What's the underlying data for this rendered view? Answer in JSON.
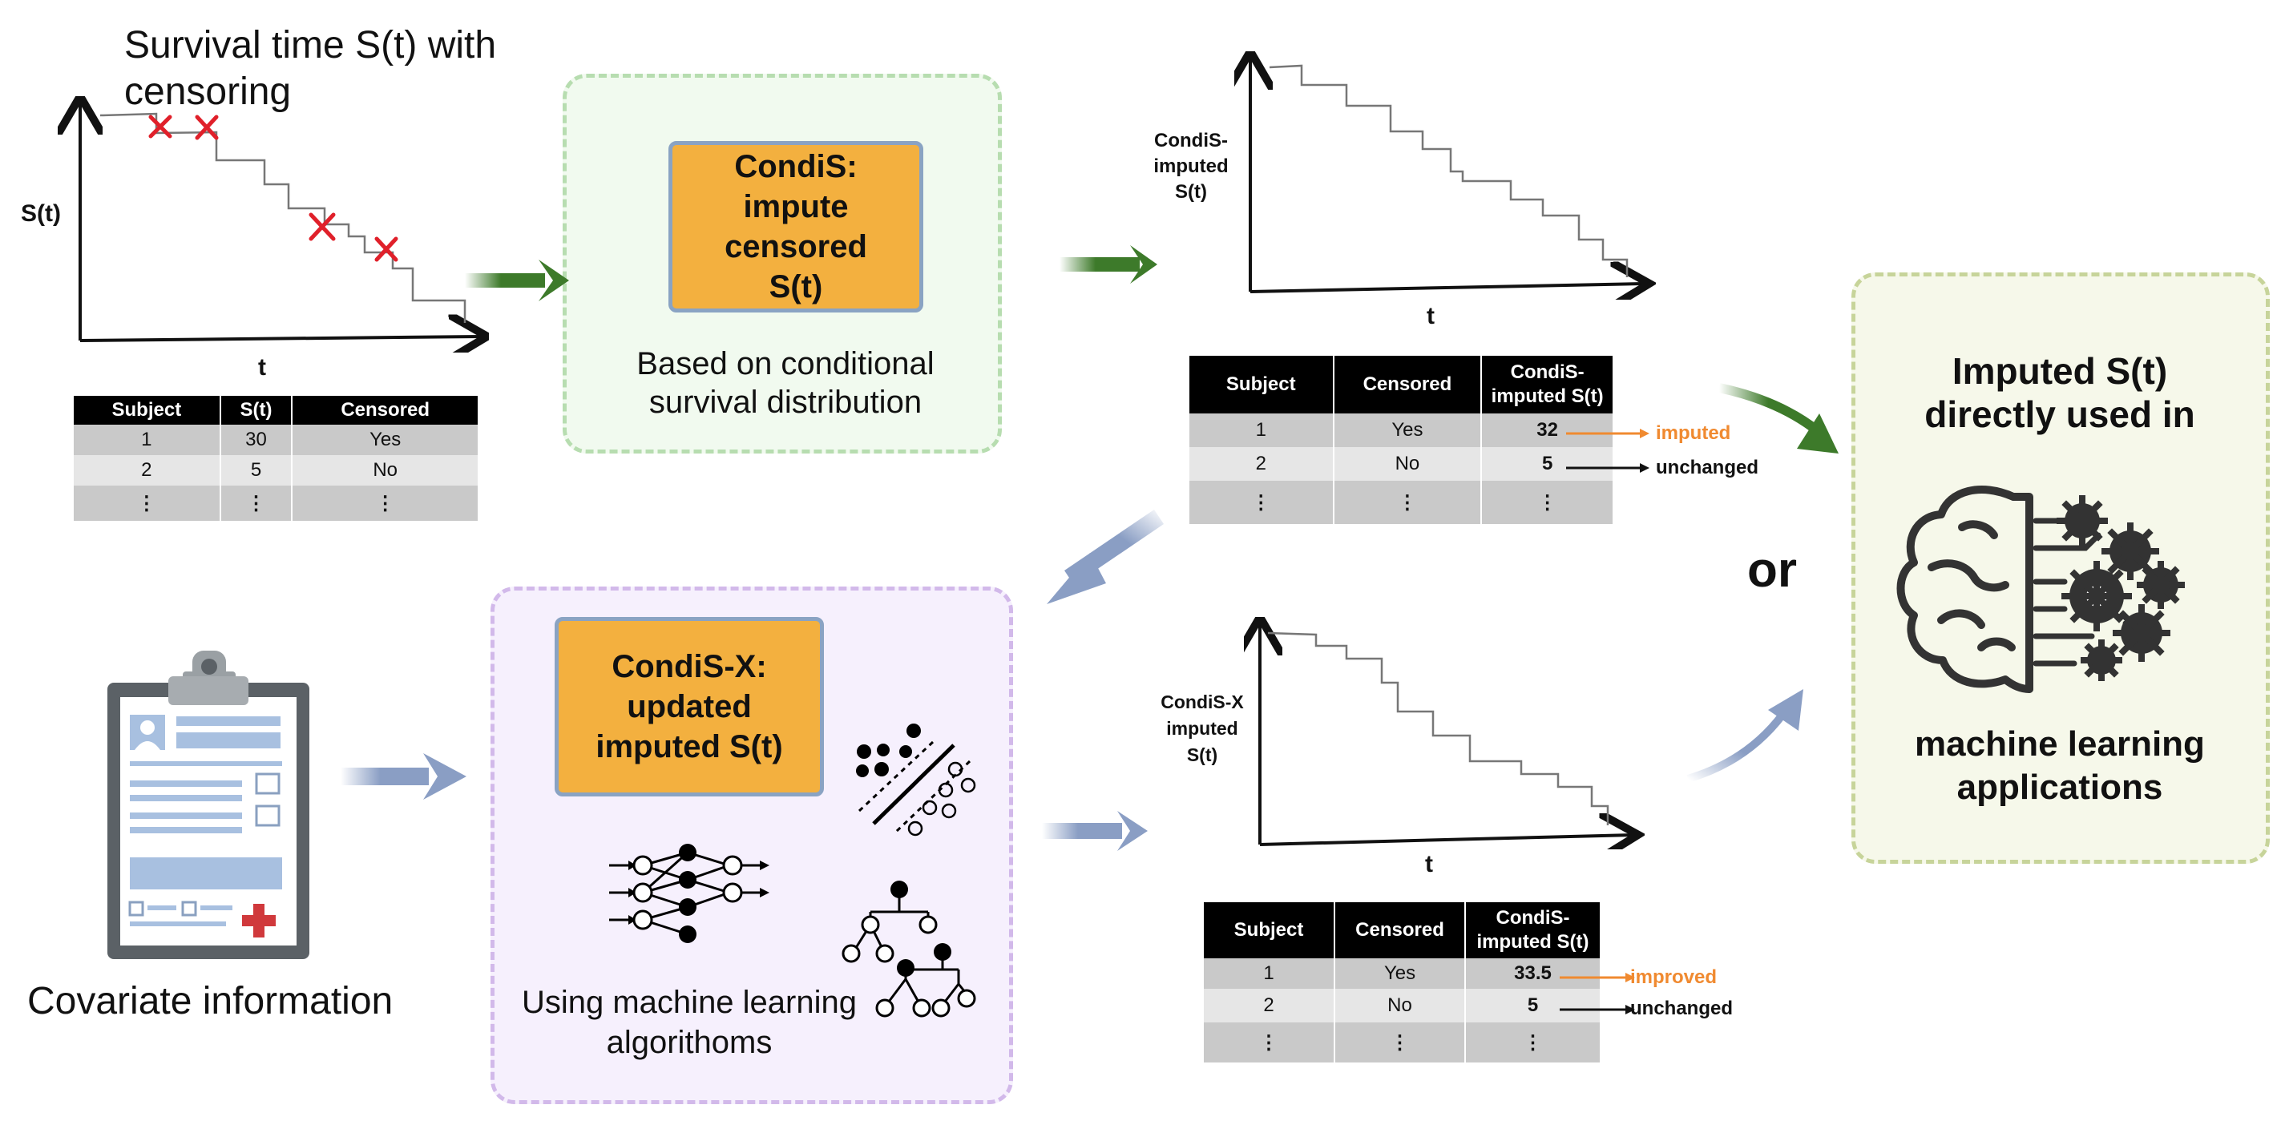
{
  "top_left": {
    "title": "Survival time S(t) with censoring",
    "y_label": "S(t)",
    "x_label": "t",
    "table": {
      "headers": [
        "Subject",
        "S(t)",
        "Censored"
      ],
      "rows": [
        [
          "1",
          "30",
          "Yes"
        ],
        [
          "2",
          "5",
          "No"
        ],
        [
          "⋮",
          "⋮",
          "⋮"
        ]
      ]
    }
  },
  "condis": {
    "method": "CondiS: impute censored S(t)",
    "description": "Based on conditional survival distribution"
  },
  "top_right": {
    "y_label": "CondiS- imputed S(t)",
    "x_label": "t",
    "table": {
      "headers": [
        "Subject",
        "Censored",
        "CondiS- imputed S(t)"
      ],
      "rows": [
        [
          "1",
          "Yes",
          "32"
        ],
        [
          "2",
          "No",
          "5"
        ],
        [
          "⋮",
          "⋮",
          "⋮"
        ]
      ]
    },
    "annotations": [
      "imputed",
      "unchanged"
    ]
  },
  "covariate": {
    "label": "Covariate information"
  },
  "condis_x": {
    "method": "CondiS-X: updated imputed S(t)",
    "description": "Using machine learning algorithoms"
  },
  "bottom_right": {
    "y_label": "CondiS-X imputed S(t)",
    "x_label": "t",
    "table": {
      "headers": [
        "Subject",
        "Censored",
        "CondiS- imputed S(t)"
      ],
      "rows": [
        [
          "1",
          "Yes",
          "33.5"
        ],
        [
          "2",
          "No",
          "5"
        ],
        [
          "⋮",
          "⋮",
          "⋮"
        ]
      ]
    },
    "annotations": [
      "improved",
      "unchanged"
    ]
  },
  "or_label": "or",
  "final": {
    "heading": "Imputed S(t) directly used in",
    "footer": "machine learning applications"
  },
  "colors": {
    "green_arrow": "#3d7a2a",
    "blue_arrow": "#8a9ec4",
    "orange_box": "#f3b03f",
    "annotation_orange": "#f08a30",
    "censor_mark": "#e0202a"
  },
  "icons": [
    "clipboard-icon",
    "brain-gears-icon",
    "neural-network-icon",
    "decision-tree-icon",
    "svm-scatter-icon"
  ]
}
